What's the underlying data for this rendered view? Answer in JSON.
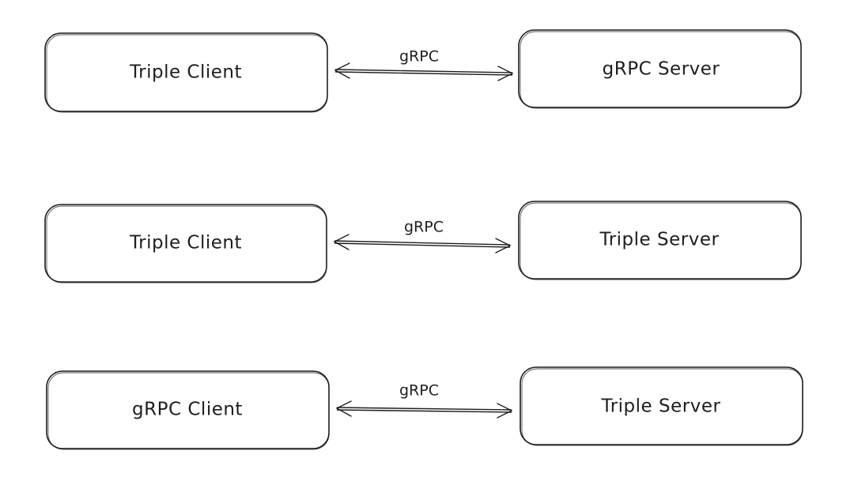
{
  "rows": [
    {
      "client": "Triple Client",
      "protocol": "gRPC",
      "server": "gRPC Server"
    },
    {
      "client": "Triple Client",
      "protocol": "gRPC",
      "server": "Triple Server"
    },
    {
      "client": "gRPC Client",
      "protocol": "gRPC",
      "server": "Triple Server"
    }
  ],
  "style": {
    "stroke": "#1e1e1e",
    "background": "#ffffff"
  }
}
